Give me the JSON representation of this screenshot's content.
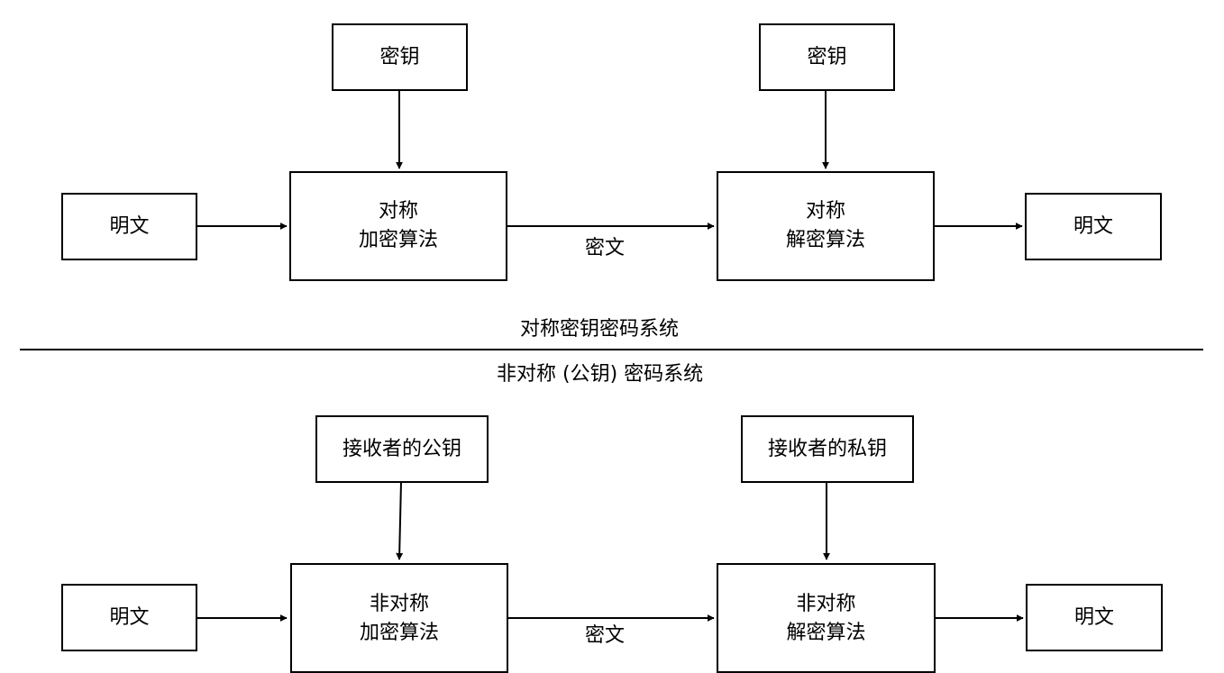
{
  "symmetric": {
    "caption": "对称密钥密码系统",
    "key_left": "密钥",
    "key_right": "密钥",
    "plaintext_in": "明文",
    "encrypt": "对称\n加密算法",
    "ciphertext": "密文",
    "decrypt": "对称\n解密算法",
    "plaintext_out": "明文"
  },
  "asymmetric": {
    "caption": "非对称 (公钥) 密码系统",
    "key_left": "接收者的公钥",
    "key_right": "接收者的私钥",
    "plaintext_in": "明文",
    "encrypt": "非对称\n加密算法",
    "ciphertext": "密文",
    "decrypt": "非对称\n解密算法",
    "plaintext_out": "明文"
  }
}
